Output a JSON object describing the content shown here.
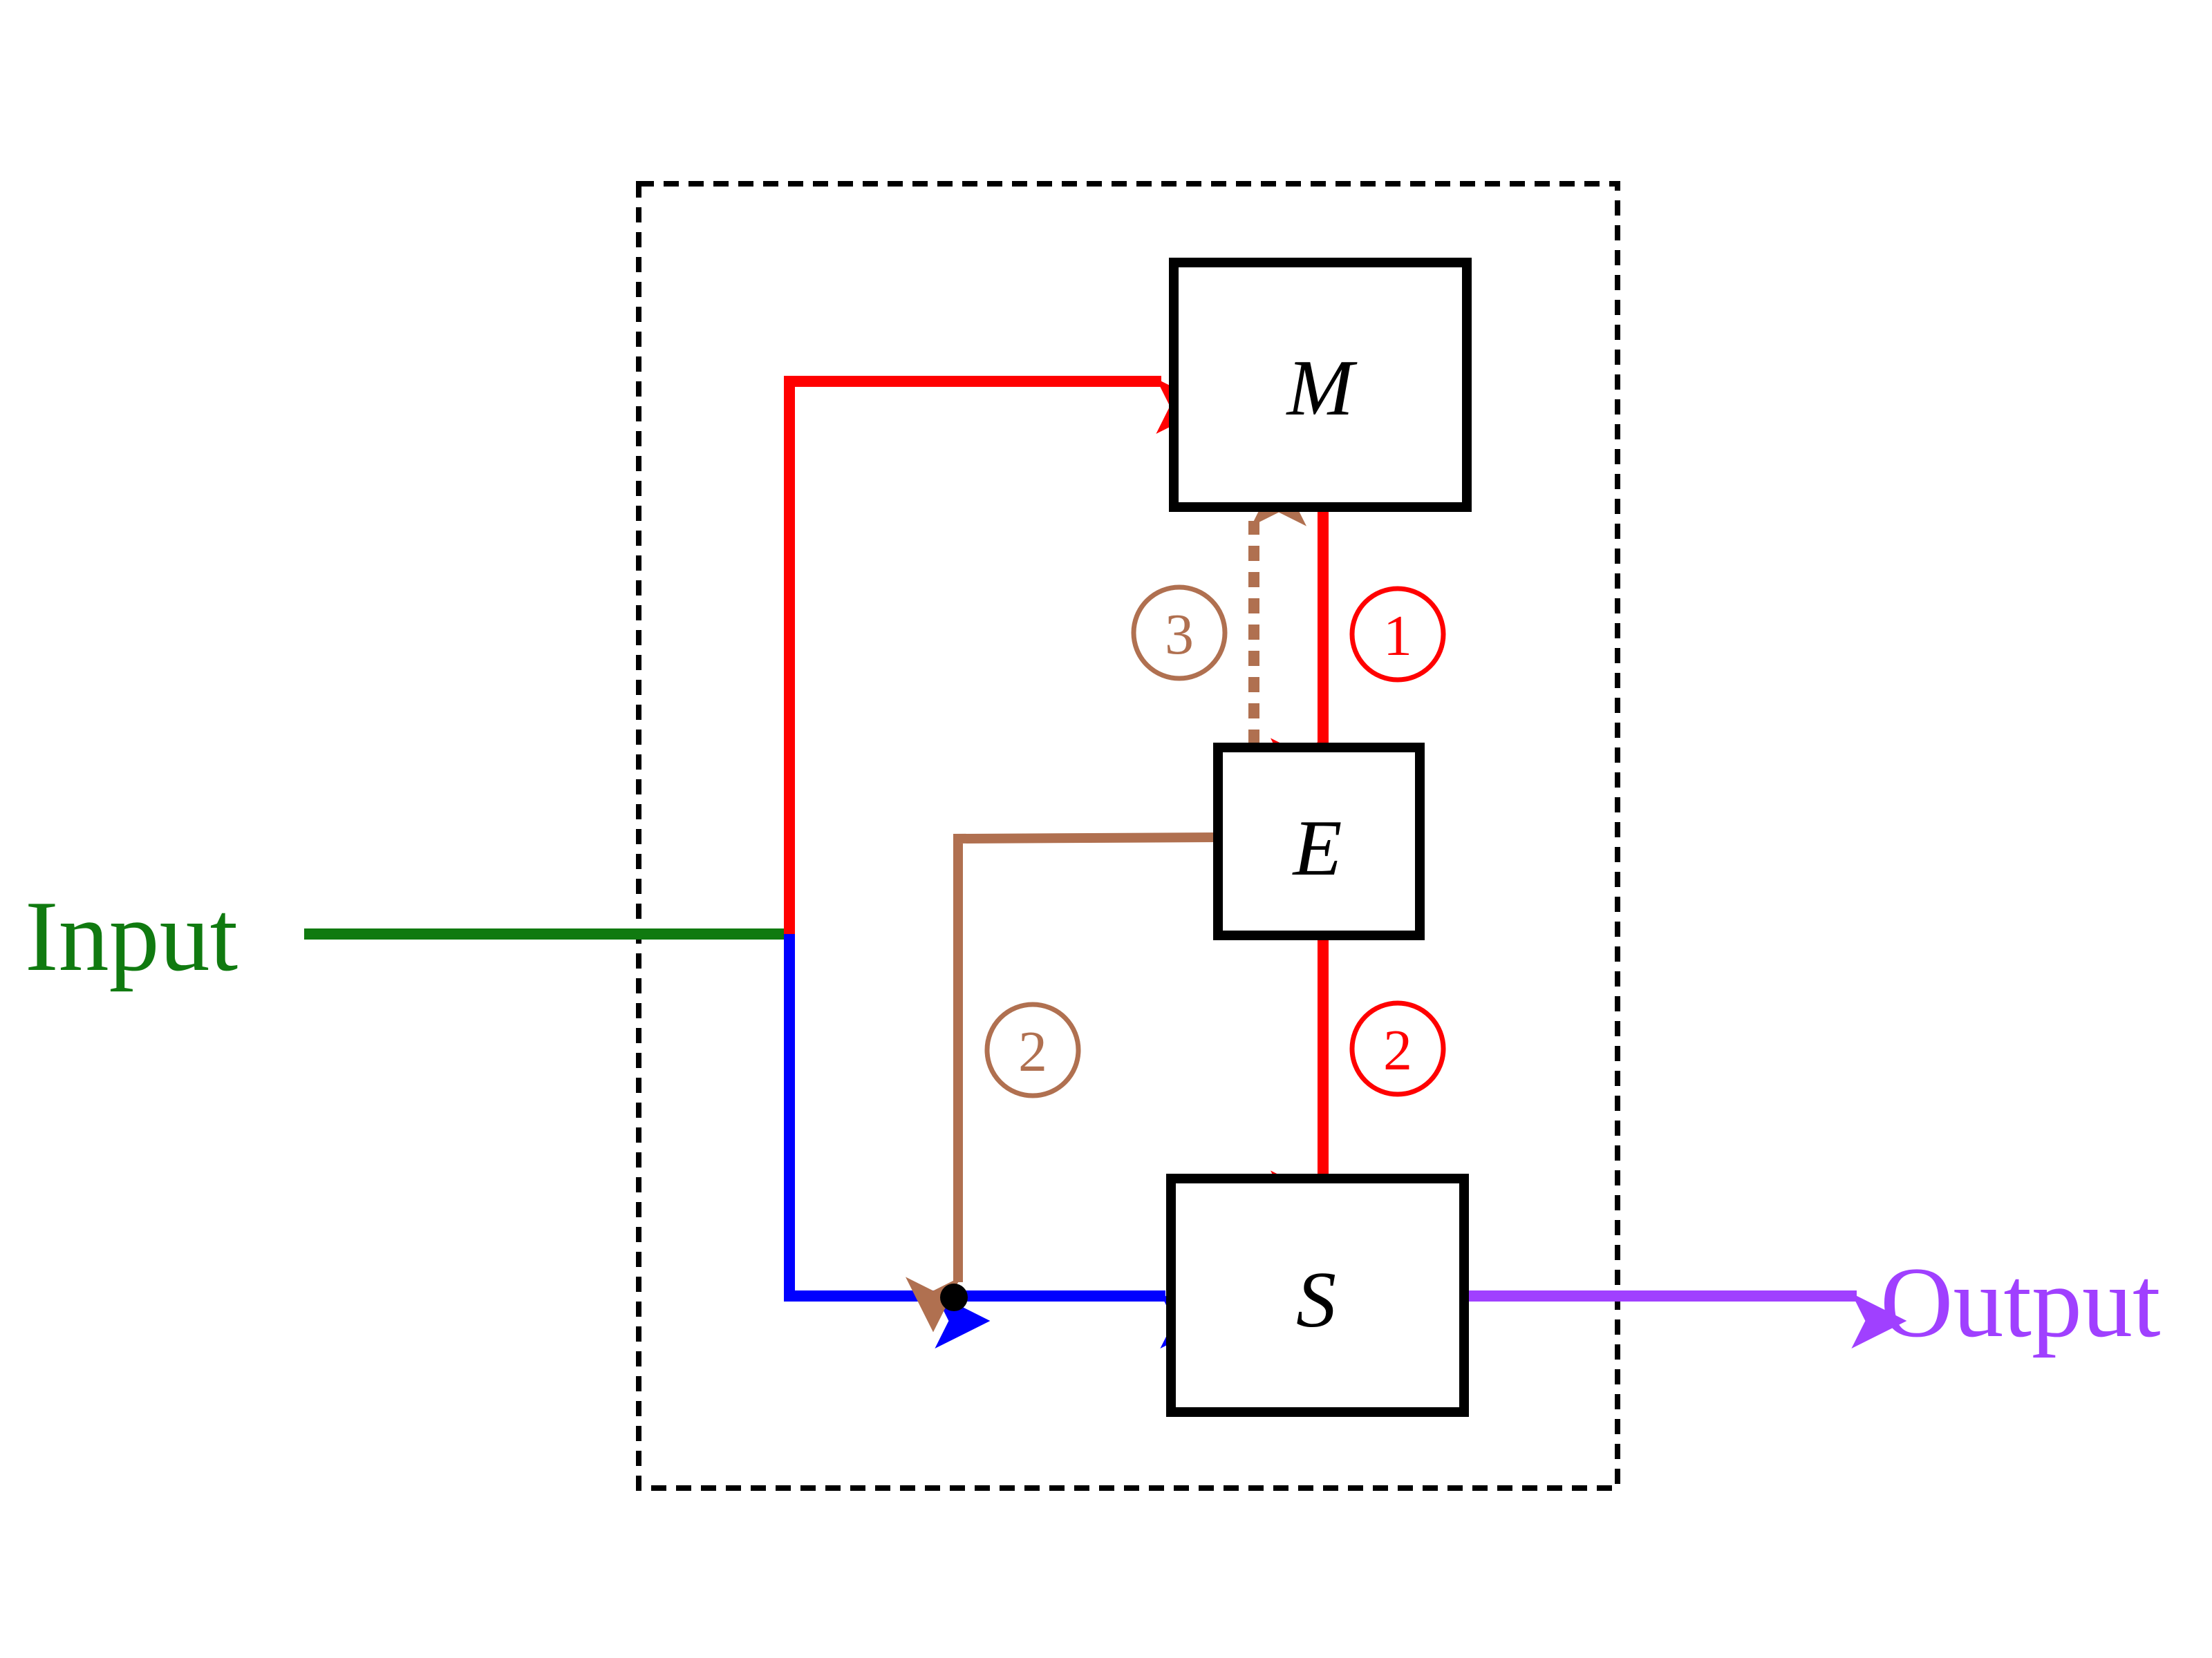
{
  "diagram": {
    "input_label": "Input",
    "output_label": "Output",
    "blocks": {
      "m": "M",
      "e": "E",
      "s": "S"
    },
    "step_labels": {
      "m_to_e": "1",
      "e_to_s": "2",
      "e_to_junction": "2",
      "e_to_m": "3"
    }
  },
  "colors": {
    "input": "#107a10",
    "red_path": "#ff0000",
    "blue_path": "#0000ff",
    "brown_path": "#b07050",
    "output": "#a040ff",
    "box_border": "#000000",
    "container_border": "#000000"
  }
}
